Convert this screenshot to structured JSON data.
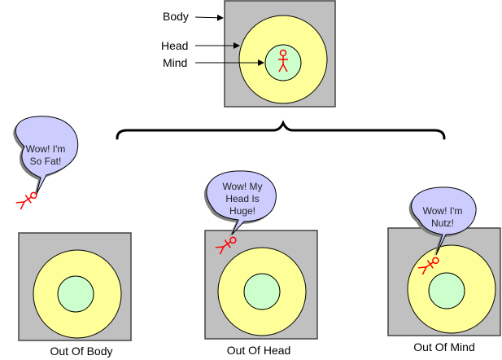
{
  "colors": {
    "body": "#c0c0c0",
    "head": "#ffff99",
    "mind": "#ccffcc",
    "bubble": "#ccccff",
    "figure": "#ff0000"
  },
  "legend": {
    "body_label": "Body",
    "head_label": "Head",
    "mind_label": "Mind"
  },
  "panels": [
    {
      "caption": "Out Of Body",
      "bubble": [
        "Wow! I'm",
        "So Fat!"
      ]
    },
    {
      "caption": "Out Of Head",
      "bubble": [
        "Wow! My",
        "Head Is",
        "Huge!"
      ]
    },
    {
      "caption": "Out Of Mind",
      "bubble": [
        "Wow! I'm",
        "Nutz!"
      ]
    }
  ]
}
